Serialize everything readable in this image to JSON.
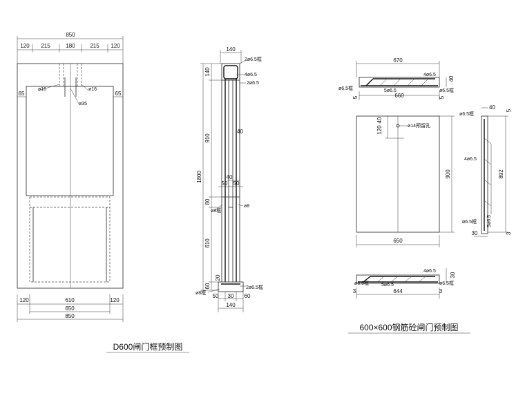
{
  "frame_drawing": {
    "caption": "D600闸门框预制图",
    "top_total": "850",
    "top_segments": [
      "120",
      "215",
      "180",
      "215",
      "120"
    ],
    "side_left": "65",
    "side_right": "65",
    "bar_left": "ø16",
    "bar_right": "ø16",
    "bar_center": "ø35",
    "bottom_segments": [
      "120",
      "610",
      "120"
    ],
    "bottom_650": "650",
    "bottom_850": "850"
  },
  "section_drawing": {
    "top_width": "140",
    "label_frame_top": "2ø6.5框",
    "label_4": "4ø6.5",
    "label_2": "2ø6.5",
    "v_140": "140",
    "v_910": "910",
    "v_1800": "1800",
    "mid_40a": "40",
    "mid_40b": "40",
    "mid_50a": "50",
    "mid_50b": "50",
    "v_80": "80",
    "label_phi8_frame": "ø8框",
    "label_phi8": "ø8",
    "v_610": "610",
    "v_60": "60",
    "v_20": "20",
    "label_2_frame_bottom": "2ø6.5框",
    "label_phi8_frame_bottom": "ø8框",
    "bottom_50": "50",
    "bottom_30": "30",
    "bottom_60": "60",
    "bottom_140": "140"
  },
  "gate_drawing": {
    "caption": "600×600钢筋砼闸门预制图",
    "top_670": "670",
    "top_4": "4ø6.5",
    "top_40": "40",
    "top_frame_left": "ø6.5框",
    "top_5": "5ø6.5",
    "top_frame_right": "ø6.5框",
    "top_5_small": "5",
    "top_660": "660",
    "top_5_right": "5",
    "hole_label": "ø14预留孔",
    "dim_120": "120",
    "dim_40": "40",
    "h_900": "900",
    "w_650": "650",
    "side_frame_top": "ø6.5框",
    "side_40": "40",
    "side_5": "5",
    "side_4": "4ø6.5",
    "side_892": "892",
    "side_frame_bottom": "ø6.5框",
    "side_5b": "5ø6.5",
    "side_30": "30",
    "side_3": "3",
    "bot_4": "4ø6.5",
    "bot_30": "30",
    "bot_frame_left": "ø6.5框",
    "bot_5": "5ø6.5",
    "bot_frame_right": "ø6.5框",
    "bot_3_left": "3",
    "bot_644": "644",
    "bot_3_right": "3"
  }
}
